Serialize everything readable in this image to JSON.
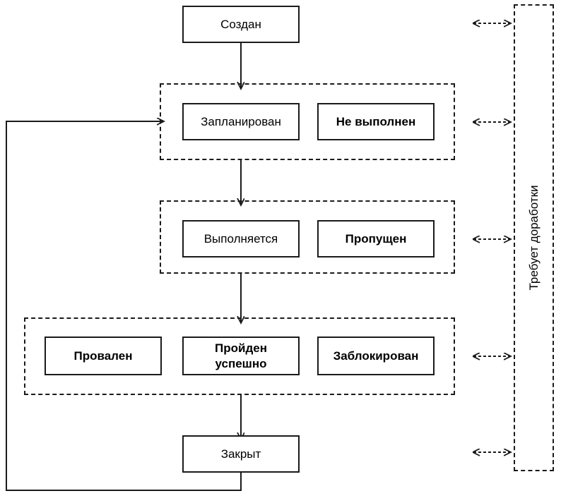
{
  "diagram": {
    "title": "Test case status workflow",
    "accent_color": "#1a1a1a",
    "background_color": "#ffffff"
  },
  "nodes": {
    "created": {
      "label": "Создан",
      "bold": false
    },
    "planned": {
      "label": "Запланирован",
      "bold": false
    },
    "not_executed": {
      "label": "Не выполнен",
      "bold": true
    },
    "in_progress": {
      "label": "Выполняется",
      "bold": false
    },
    "skipped": {
      "label": "Пропущен",
      "bold": true
    },
    "failed": {
      "label": "Провален",
      "bold": true
    },
    "passed": {
      "label": "Пройден\nуспешно",
      "bold": true
    },
    "blocked": {
      "label": "Заблокирован",
      "bold": true
    },
    "closed": {
      "label": "Закрыт",
      "bold": false
    }
  },
  "groups": {
    "group_planned": {
      "name": "planned-group"
    },
    "group_running": {
      "name": "running-group"
    },
    "group_results": {
      "name": "results-group"
    }
  },
  "rework": {
    "label": "Требует доработки"
  },
  "connectors": {
    "created_to_planned": "arrow-down",
    "planned_to_running": "arrow-down",
    "running_to_results": "arrow-down",
    "results_to_closed": "arrow-down",
    "closed_loop_back": "arrow-loop-left",
    "rework_link_1": "double-arrow-dashed",
    "rework_link_2": "double-arrow-dashed",
    "rework_link_3": "double-arrow-dashed",
    "rework_link_4": "double-arrow-dashed",
    "rework_link_5": "double-arrow-dashed"
  }
}
